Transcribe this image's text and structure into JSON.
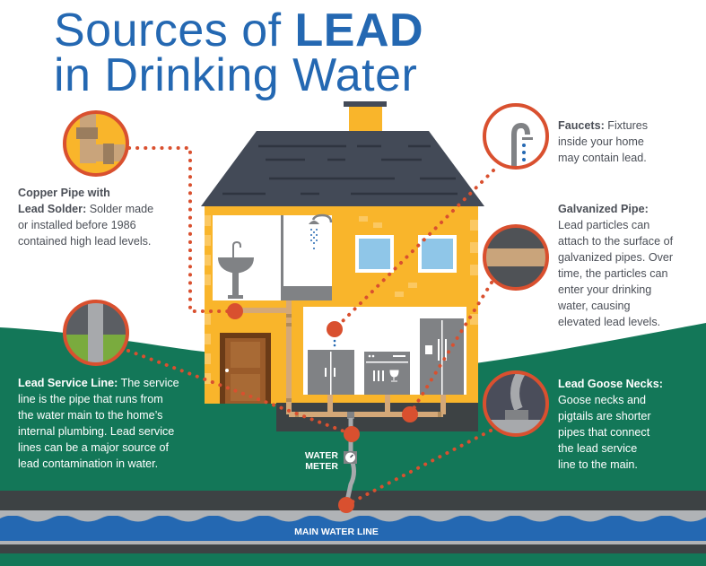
{
  "title": {
    "line1_prefix": "Sources of ",
    "line1_bold": "LEAD",
    "line2": "in Drinking Water"
  },
  "colors": {
    "title_blue": "#2468b2",
    "callout_red": "#d9502f",
    "house_yellow": "#f9b52b",
    "roof_slate": "#434a57",
    "ground_green": "#137758",
    "water_blue": "#2468b2",
    "road_dark": "#3d4244"
  },
  "callouts": [
    {
      "id": "copper-pipe",
      "icon": "copper-pipe-icon",
      "heading": "Copper Pipe with",
      "heading2": "Lead Solder:",
      "body": "Solder made",
      "lines": [
        "or installed before 1986",
        "contained high lead levels."
      ]
    },
    {
      "id": "faucets",
      "icon": "faucet-icon",
      "heading": "Faucets:",
      "body": "Fixtures",
      "lines": [
        "inside your home",
        "may contain lead."
      ]
    },
    {
      "id": "galvanized-pipe",
      "icon": "galvanized-pipe-icon",
      "heading": "Galvanized Pipe:",
      "lines": [
        "Lead particles can",
        "attach to the surface of",
        "galvanized pipes. Over",
        "time, the particles can",
        "enter your drinking",
        "water, causing",
        "elevated lead levels."
      ]
    },
    {
      "id": "lead-service-line",
      "icon": "service-line-icon",
      "heading": "Lead Service Line:",
      "body": "The service",
      "lines": [
        "line is the pipe that runs from",
        "the water main to the home’s",
        "internal plumbing. Lead service",
        "lines can be a major source of",
        "lead contamination in water."
      ]
    },
    {
      "id": "goose-necks",
      "icon": "goose-neck-icon",
      "heading": "Lead Goose Necks:",
      "lines": [
        "Goose necks and",
        "pigtails are shorter",
        "pipes that connect",
        "the lead service",
        "line to the main."
      ]
    }
  ],
  "labels": {
    "water_meter_1": "WATER",
    "water_meter_2": "METER",
    "main_water_line": "MAIN WATER LINE"
  }
}
